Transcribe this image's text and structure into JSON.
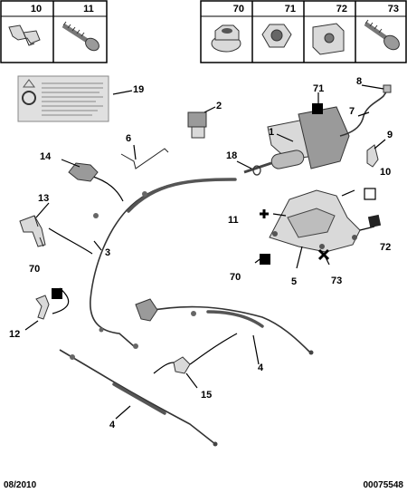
{
  "header_parts": [
    {
      "ref": "10",
      "icon": "cable-clip-icon"
    },
    {
      "ref": "11",
      "icon": "screw-icon"
    },
    {
      "ref": "70",
      "icon": "flange-nut-icon"
    },
    {
      "ref": "71",
      "icon": "hex-nut-icon"
    },
    {
      "ref": "72",
      "icon": "cage-nut-icon"
    },
    {
      "ref": "73",
      "icon": "flange-bolt-icon"
    }
  ],
  "callouts": {
    "c1": "1",
    "c2": "2",
    "c3": "3",
    "c4a": "4",
    "c4b": "4",
    "c5": "5",
    "c6": "6",
    "c7": "7",
    "c8": "8",
    "c9": "9",
    "c10": "10",
    "c11": "11",
    "c12": "12",
    "c13": "13",
    "c14": "14",
    "c15": "15",
    "c18": "18",
    "c19": "19",
    "c70a": "70",
    "c70b": "70",
    "c71": "71",
    "c72": "72",
    "c73": "73"
  },
  "symbols": {
    "square_black": "black-square-marker",
    "square_white": "white-square-marker",
    "square_grey": "grey-square-marker",
    "cross": "cross-marker"
  },
  "footer": {
    "date": "08/2010",
    "ref": "00075548"
  }
}
